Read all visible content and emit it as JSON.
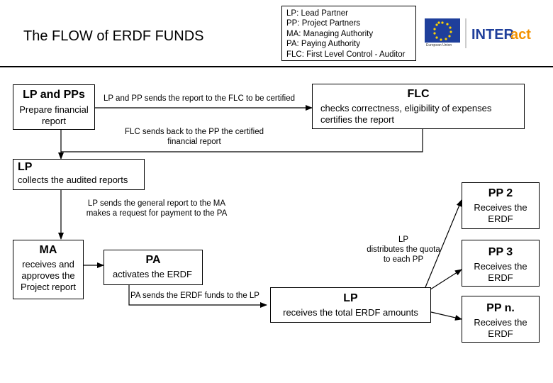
{
  "header": {
    "title": "The FLOW of ERDF FUNDS",
    "legend": [
      "LP: Lead Partner",
      "PP: Project Partners",
      "MA: Managing Authority",
      "PA: Paying Authority",
      "FLC: First Level Control - Auditor"
    ],
    "logo": {
      "eu_caption": "European Union",
      "brand_inter": "INTER",
      "brand_act": "act"
    }
  },
  "nodes": {
    "lp_pps": {
      "title": "LP and PPs",
      "desc_line1": "Prepare financial",
      "desc_line2": "report"
    },
    "flc": {
      "title": "FLC",
      "desc_line1": "checks correctness, eligibility of expenses",
      "desc_line2": "certifies the report"
    },
    "lp_collect": {
      "title": "LP",
      "desc": "collects the audited reports"
    },
    "ma": {
      "title": "MA",
      "desc_line1": "receives and",
      "desc_line2": "approves the",
      "desc_line3": "Project report"
    },
    "pa": {
      "title": "PA",
      "desc": "activates the ERDF"
    },
    "lp_receive": {
      "title": "LP",
      "desc": "receives the total ERDF amounts"
    },
    "pp2": {
      "title": "PP 2",
      "desc_line1": "Receives the",
      "desc_line2": "ERDF"
    },
    "pp3": {
      "title": "PP 3",
      "desc_line1": "Receives the",
      "desc_line2": "ERDF"
    },
    "ppn": {
      "title": "PP n.",
      "desc_line1": "Receives the",
      "desc_line2": "ERDF"
    }
  },
  "edges": {
    "to_flc": "LP and PP sends the report to the FLC to be certified",
    "back_line1": "FLC sends back to the PP the certified",
    "back_line2": "financial report",
    "to_ma_line1": "LP sends the general report to the MA",
    "to_ma_line2": "makes a request for payment to the PA",
    "to_lp": "PA sends the ERDF funds to the LP",
    "distribute_line1": "LP",
    "distribute_line2": "distributes the quota",
    "distribute_line3": "to each PP"
  },
  "colors": {
    "border": "#000000",
    "eu_flag": "#1f3f9b",
    "eu_star": "#ffd400",
    "brand_blue": "#1f3f9b",
    "brand_orange": "#f39200"
  }
}
